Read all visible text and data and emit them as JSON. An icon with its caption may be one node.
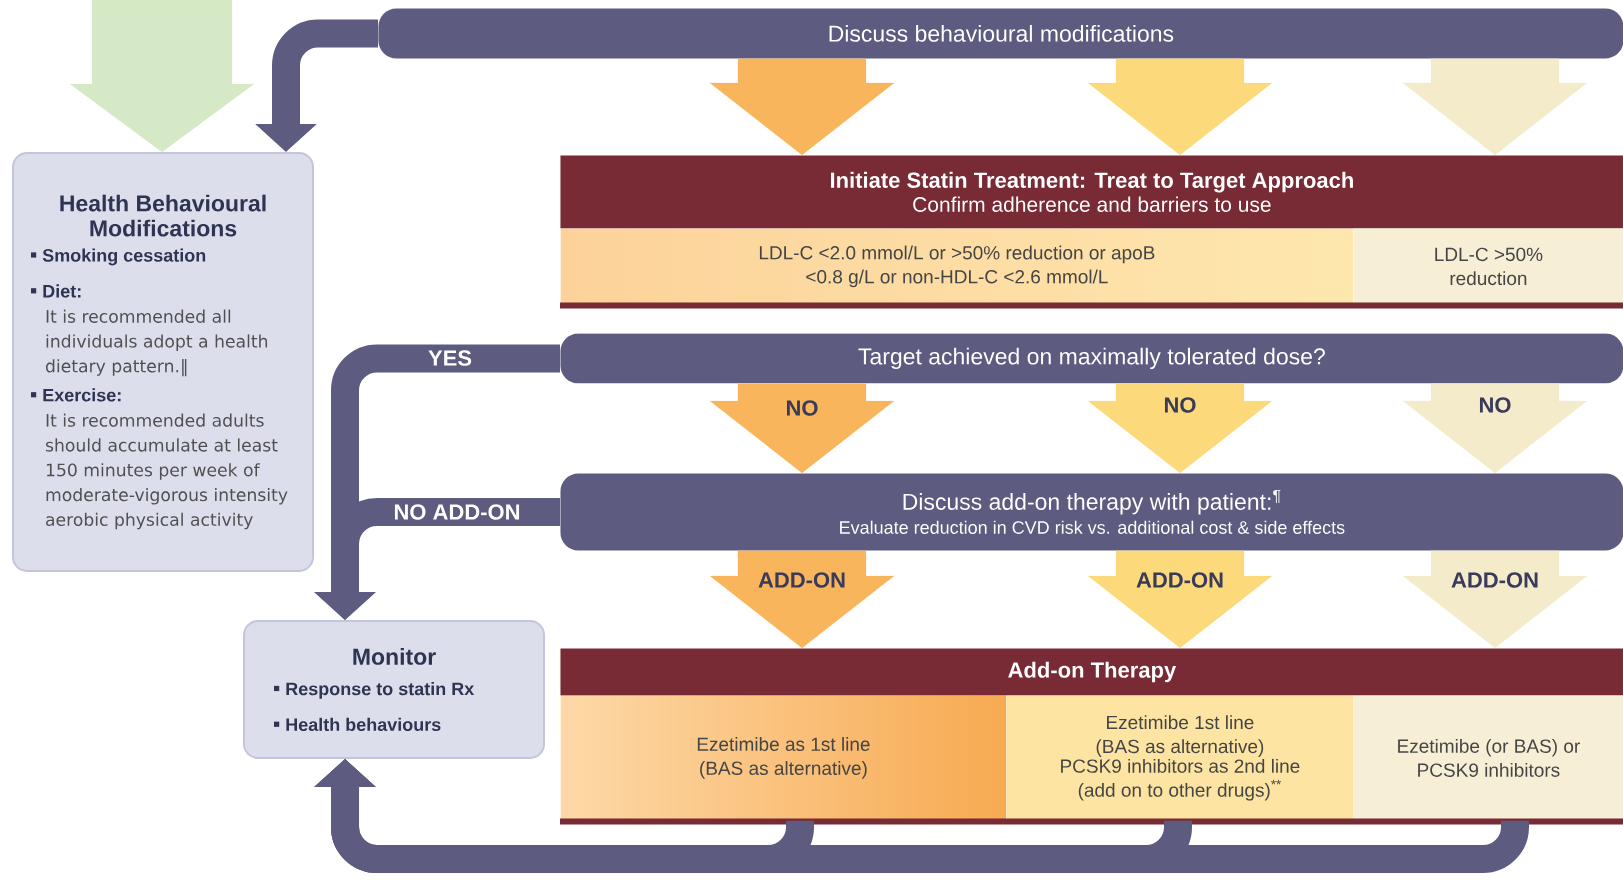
{
  "diagram": {
    "nodes": [
      {
        "text": [
          "Discuss behavioural modifications"
        ]
      },
      {
        "text": [
          "Health Behavioural Modifications",
          "Smoking cessation",
          "Diet:",
          "It is recommended all individuals adopt a health dietary pattern.‖",
          "Exercise:",
          "It is recommended adults should accumulate at least 150 minutes per week of moderate-vigorous intensity aerobic physical activity"
        ]
      },
      {
        "text": [
          "Initiate Statin Treatment: Treat to Target Approach",
          "Confirm adherence and barriers to use"
        ]
      },
      {
        "text": [
          "LDL-C <2.0 mmol/L or >50% reduction or apoB <0.8 g/L or non-HDL-C <2.6 mmol/L"
        ]
      },
      {
        "text": [
          "LDL-C >50% reduction"
        ]
      },
      {
        "text": [
          "Target achieved on maximally tolerated dose?"
        ]
      },
      {
        "text": [
          "Discuss add-on therapy with patient:$^{¶}$",
          "Evaluate reduction in CVD risk vs. additional cost & side effects"
        ]
      },
      {
        "text": [
          "Add-on Therapy"
        ]
      },
      {
        "text": [
          "Ezetimibe as 1st line (BAS as alternative)"
        ]
      },
      {
        "text": [
          "Ezetimibe 1st line (BAS as alternative)",
          "PCSK9 inhibitors as 2nd line (add on to other drugs)$^{**}$"
        ]
      },
      {
        "text": [
          "Ezetimibe (or BAS) or PCSK9 inhibitors"
        ]
      },
      {
        "text": [
          "Monitor",
          "Response to statin Rx",
          "Health behaviours"
        ]
      }
    ],
    "edges": [
      {
        "from": 0,
        "to": 1,
        "arrow": "to"
      },
      {
        "from": null,
        "to": 1,
        "arrow": "to",
        "color": "#d6e9c6"
      },
      {
        "from": 0,
        "to": 2,
        "arrow": "to",
        "color": "#f8b55c"
      },
      {
        "from": 0,
        "to": 2,
        "arrow": "to",
        "color": "#fcd97b"
      },
      {
        "from": 0,
        "to": 2,
        "arrow": "to",
        "color": "#f3ebc9"
      },
      {
        "from": 5,
        "to": 11,
        "arrow": "to",
        "label": "YES"
      },
      {
        "from": 5,
        "to": 6,
        "arrow": "to",
        "label": "NO",
        "color": "#f8b55c"
      },
      {
        "from": 5,
        "to": 6,
        "arrow": "to",
        "label": "NO",
        "color": "#fcd97b"
      },
      {
        "from": 5,
        "to": 6,
        "arrow": "to",
        "label": "NO",
        "color": "#f3ebc9"
      },
      {
        "from": 6,
        "to": 11,
        "arrow": "to",
        "label": "NO ADD-ON"
      },
      {
        "from": 6,
        "to": 7,
        "arrow": "to",
        "label": "ADD-ON",
        "color": "#f8b55c"
      },
      {
        "from": 6,
        "to": 7,
        "arrow": "to",
        "label": "ADD-ON",
        "color": "#fcd97b"
      },
      {
        "from": 6,
        "to": 7,
        "arrow": "to",
        "label": "ADD-ON",
        "color": "#f3ebc9"
      },
      {
        "from": 8,
        "to": 11,
        "arrow": "to"
      },
      {
        "from": 9,
        "to": 11,
        "arrow": "to"
      },
      {
        "from": 10,
        "to": 11,
        "arrow": "to"
      }
    ]
  }
}
